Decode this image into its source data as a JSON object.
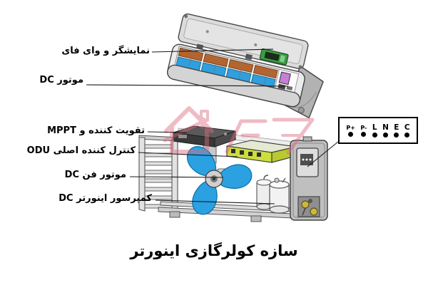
{
  "labels": {
    "indoor_display": "نمایشگر و وای فای",
    "indoor_dc_motor": "موتور DC",
    "mppt_booster": "تقویت کننده و MPPT",
    "odu_main_controller": "کنترل کننده اصلی ODU",
    "dc_fan_motor": "موتور فن DC",
    "dc_inverter_compressor": "کمپرسور اینورتر DC"
  },
  "terminal_block": {
    "labels": [
      "P+",
      "P-",
      "L",
      "N",
      "E",
      "C"
    ]
  },
  "caption": "سازه کولرگازی اینورتر",
  "icons": {
    "watermark": "house-arrow-brand-watermark"
  },
  "colors": {
    "fan_blue": "#2ba1e2",
    "coil_copper": "#b5642e",
    "pcb_lime": "#cddd3e",
    "display_green": "#3c9c44",
    "motor_purple": "#c77fd6",
    "valve_brass": "#cdb83d",
    "watermark_pink": "#dd6b80",
    "line_black": "#1a1a1a"
  }
}
